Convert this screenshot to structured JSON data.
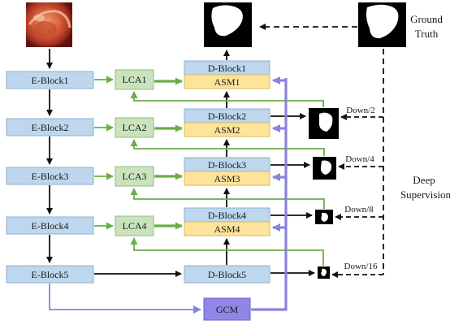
{
  "encoder": [
    "E-Block1",
    "E-Block2",
    "E-Block3",
    "E-Block4",
    "E-Block5"
  ],
  "lca": [
    "LCA1",
    "LCA2",
    "LCA3",
    "LCA4"
  ],
  "decoder": [
    "D-Block1",
    "D-Block2",
    "D-Block3",
    "D-Block4",
    "D-Block5"
  ],
  "asm": [
    "ASM1",
    "ASM2",
    "ASM3",
    "ASM4"
  ],
  "gcm": "GCM",
  "ground_truth": [
    "Ground",
    "Truth"
  ],
  "deep_supervision": [
    "Deep",
    "Supervision"
  ],
  "downsample": [
    "Down/2",
    "Down/4",
    "Down/8",
    "Down/16"
  ],
  "colors": {
    "green_arrow": "#6aae47",
    "purple_arrow": "#8a84dc",
    "black_arrow": "#111111"
  }
}
